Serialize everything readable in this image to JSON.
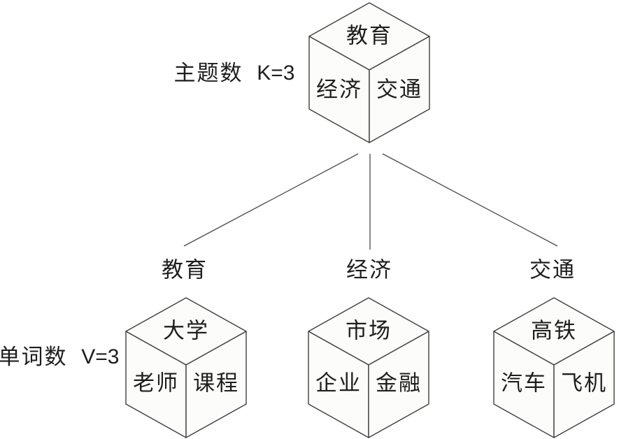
{
  "diagram": {
    "topic_count_label": {
      "cjk": "主题数",
      "eq": "K=3"
    },
    "word_count_label": {
      "cjk": "单词数",
      "eq": "V=3"
    },
    "topic_cube": {
      "top": "教育",
      "left": "经济",
      "right": "交通"
    },
    "branch_labels": [
      "教育",
      "经济",
      "交通"
    ],
    "word_cubes": [
      {
        "top": "大学",
        "left": "老师",
        "right": "课程"
      },
      {
        "top": "市场",
        "left": "企业",
        "right": "金融"
      },
      {
        "top": "高铁",
        "left": "汽车",
        "right": "飞机"
      }
    ],
    "colors": {
      "background": "#ffffff",
      "face_fill": "#fcfcfb",
      "edge_stroke": "#3f3f3f",
      "text": "#1e1e1e"
    }
  }
}
